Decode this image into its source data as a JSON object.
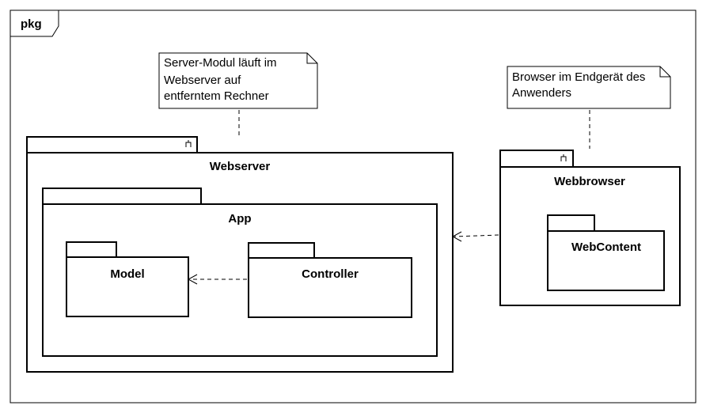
{
  "frame": {
    "label": "pkg"
  },
  "packages": {
    "webserver": "Webserver",
    "app": "App",
    "model": "Model",
    "controller": "Controller",
    "webbrowser": "Webbrowser",
    "webcontent": "WebContent"
  },
  "notes": {
    "server": [
      "Server-Modul läuft im",
      "Webserver auf",
      "entferntem Rechner"
    ],
    "browser": [
      "Browser im Endgerät des",
      "Anwenders"
    ]
  },
  "icons": {
    "webserver": "subsystem-fork-icon",
    "webbrowser": "subsystem-fork-icon"
  }
}
